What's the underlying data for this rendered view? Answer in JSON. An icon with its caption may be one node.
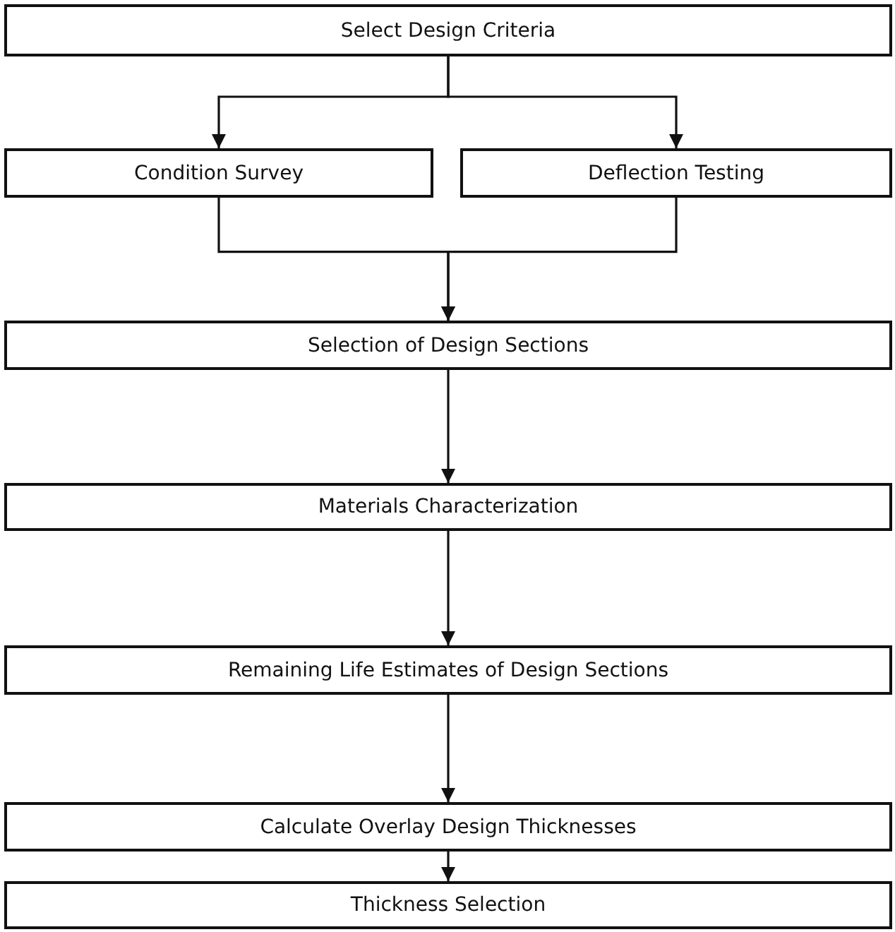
{
  "diagram": {
    "nodes": [
      {
        "text": [
          "Select Design Criteria"
        ]
      },
      {
        "text": [
          "Condition Survey"
        ]
      },
      {
        "text": [
          "Deflection Testing"
        ]
      },
      {
        "text": [
          "Selection of Design Sections"
        ]
      },
      {
        "text": [
          "Materials Characterization"
        ]
      },
      {
        "text": [
          "Remaining Life Estimates of Design Sections"
        ]
      },
      {
        "text": [
          "Calculate Overlay Design Thicknesses"
        ]
      },
      {
        "text": [
          "Thickness Selection"
        ]
      }
    ],
    "edges": [
      {
        "from": 0,
        "to": 1,
        "arrow": "to"
      },
      {
        "from": 0,
        "to": 2,
        "arrow": "to"
      },
      {
        "from": 1,
        "to": 3,
        "arrow": "to"
      },
      {
        "from": 2,
        "to": 3,
        "arrow": "to"
      },
      {
        "from": 3,
        "to": 4,
        "arrow": "to"
      },
      {
        "from": 4,
        "to": 5,
        "arrow": "to"
      },
      {
        "from": 5,
        "to": 6,
        "arrow": "to"
      },
      {
        "from": 6,
        "to": 7,
        "arrow": "to"
      }
    ]
  }
}
